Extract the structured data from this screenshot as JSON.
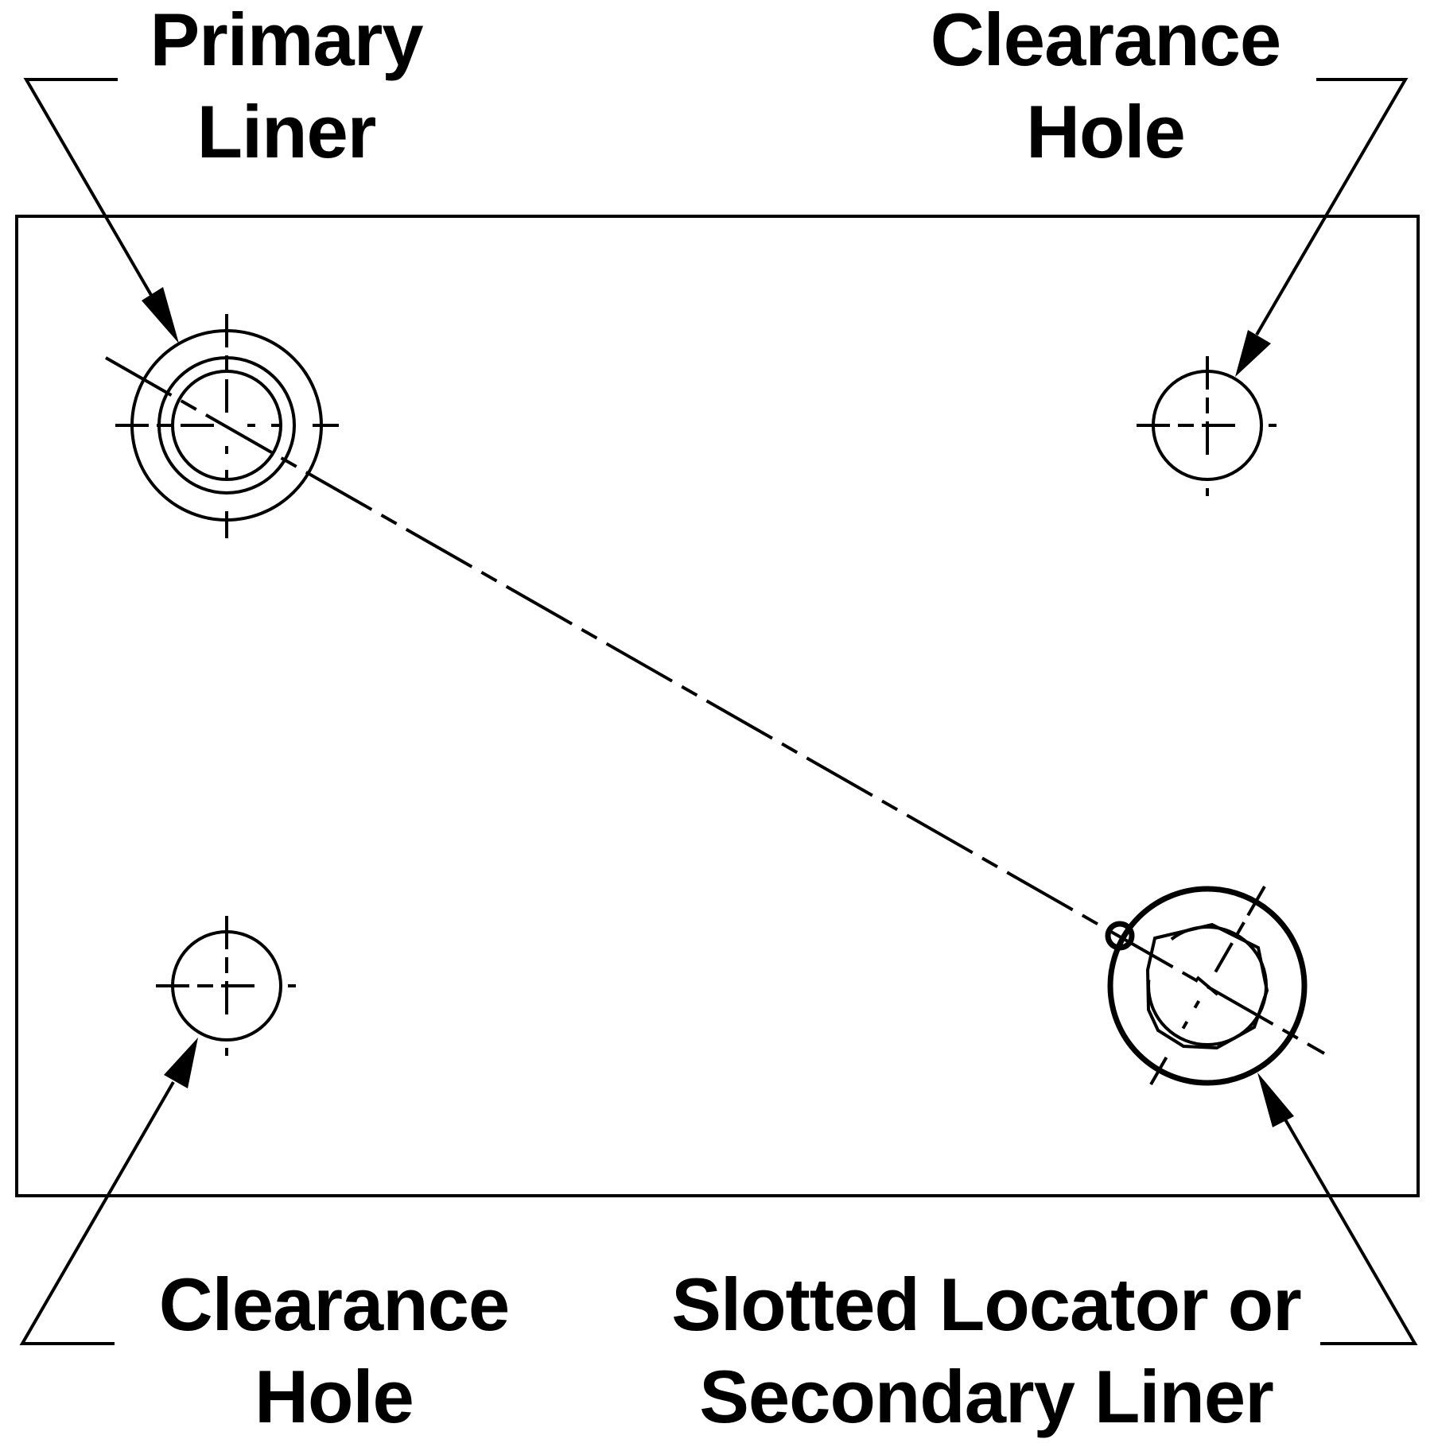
{
  "labels": {
    "primary_liner": [
      "Primary",
      "Liner"
    ],
    "clearance_hole_top_right": [
      "Clearance",
      "Hole"
    ],
    "clearance_hole_bottom_left": [
      "Clearance",
      "Hole"
    ],
    "slotted_locator": [
      "Slotted Locator or",
      "Secondary Liner"
    ]
  },
  "colors": {
    "line": "#000000",
    "background": "#ffffff"
  }
}
